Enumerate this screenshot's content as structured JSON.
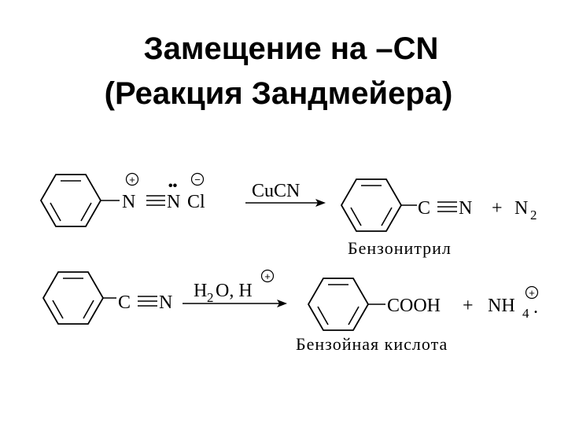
{
  "title": {
    "line1": "Замещение на –CN",
    "line2": "(Реакция Зандмейера)"
  },
  "reaction1": {
    "reactant": {
      "n1": "N",
      "n2": "N",
      "counterion": "Cl",
      "charge_plus": "+",
      "charge_minus": "−",
      "lone_pair": "••"
    },
    "reagent": "CuCN",
    "product": {
      "c": "C",
      "n": "N"
    },
    "plus": "+",
    "byproduct": {
      "main": "N",
      "sub": "2"
    },
    "product_name": "Бензонитрил"
  },
  "reaction2": {
    "reactant": {
      "c": "C",
      "n": "N"
    },
    "reagent": {
      "h": "H",
      "h_sub": "2",
      "rest": "O, H",
      "charge": "+"
    },
    "product": {
      "group": "COOH"
    },
    "plus": "+",
    "byproduct": {
      "main": "NH",
      "sub": "4",
      "charge": "+",
      "tail": "."
    },
    "product_name": "Бензойная кислота"
  }
}
